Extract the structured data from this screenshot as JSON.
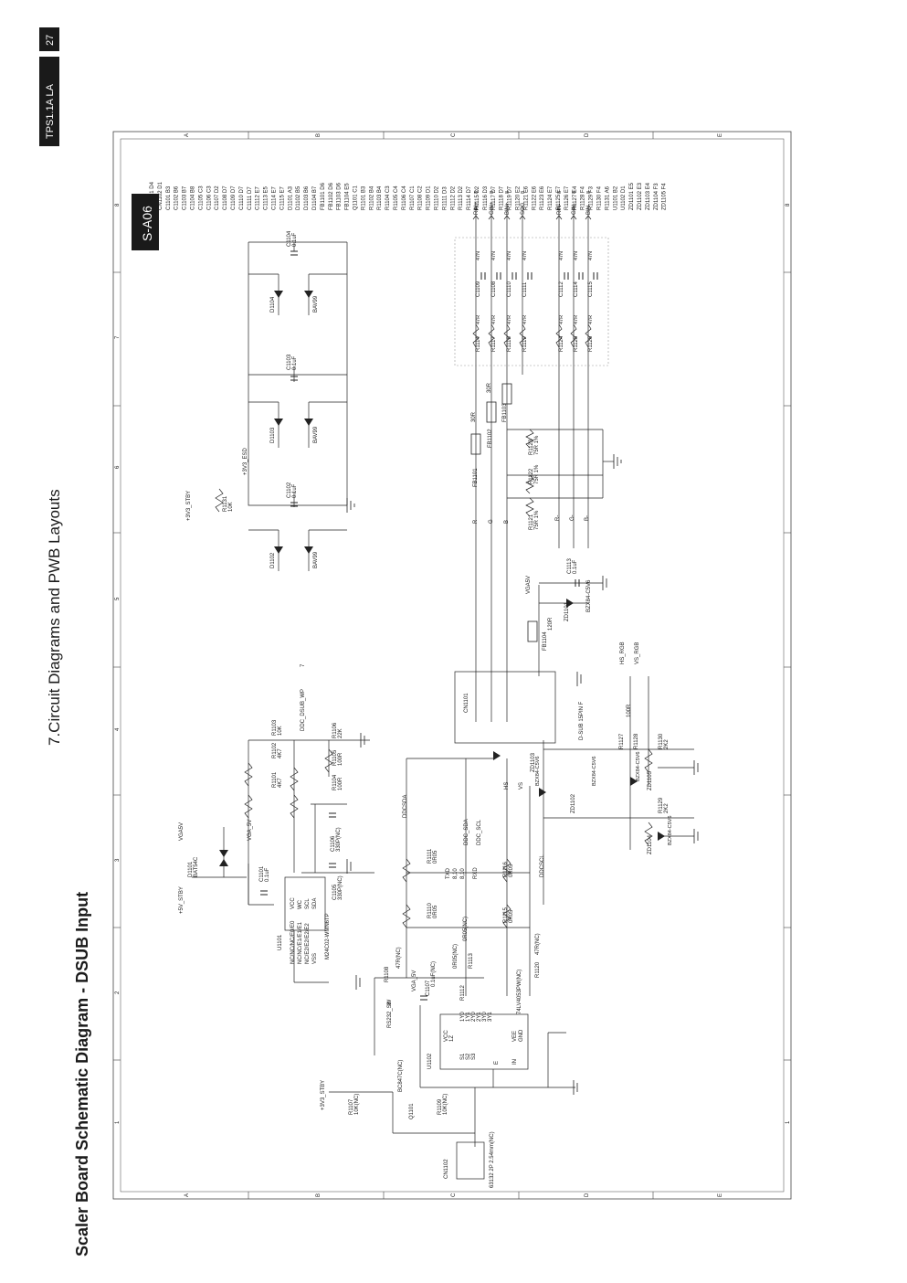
{
  "header": {
    "page_number": "27",
    "model": "TPS1.1A LA",
    "chapter": "7.Circuit Diagrams and PWB Layouts",
    "title": "Scaler Board Schematic Diagram - DSUB Input",
    "sheet_id": "S-A06"
  },
  "frame": {
    "row_letters": [
      "A",
      "B",
      "C",
      "D",
      "E"
    ],
    "col_numbers": [
      "1",
      "2",
      "3",
      "4",
      "5",
      "6",
      "7",
      "8"
    ]
  },
  "parts_index": [
    "CN1101 D4",
    "CN1102 D1",
    "C1101 B3",
    "C1102 B6",
    "C1103 B7",
    "C1104 B8",
    "C1105 C3",
    "C1106 C3",
    "C1107 D2",
    "C1108 D7",
    "C1109 D7",
    "C1110 D7",
    "C1111 D7",
    "C1112 E7",
    "C1113 E5",
    "C1114 E7",
    "C1115 E7",
    "D1101 A3",
    "D1102 B5",
    "D1103 B6",
    "D1104 B7",
    "FB1101 D6",
    "FB1102 D6",
    "FB1103 D6",
    "FB1104 E5",
    "Q1101 C1",
    "R1101 B3",
    "R1102 B4",
    "R1103 B4",
    "R1104 C3",
    "R1105 C4",
    "R1106 C4",
    "R1107 C1",
    "R1108 C2",
    "R1109 D1",
    "R1110 D2",
    "R1111 D3",
    "R1112 D2",
    "R1113 D2",
    "R1114 D7",
    "R1115 D2",
    "R1116 D3",
    "R1117 D7",
    "R1118 D7",
    "R1119 D7",
    "R1120 E2",
    "R1121 E6",
    "R1122 E6",
    "R1123 E6",
    "R1124 E7",
    "R1125 E7",
    "R1126 E7",
    "R1127 E4",
    "R1128 F4",
    "R1129 F3",
    "R1130 F4",
    "R1131 A6",
    "U1101 B2",
    "U1102 D1",
    "ZD1101 E5",
    "ZD1102 E3",
    "ZD1103 E4",
    "ZD1104 F3",
    "ZD1105 F4"
  ],
  "outputs": [
    {
      "label": "RIN+",
      "num": "8"
    },
    {
      "label": "GIN+",
      "num": "8"
    },
    {
      "label": "BIN+",
      "num": "8"
    },
    {
      "label": "SOG",
      "num": "8"
    },
    {
      "label": "RIN-",
      "num": "8"
    },
    {
      "label": "GIN-",
      "num": "8"
    },
    {
      "label": "BIN-",
      "num": "8"
    }
  ],
  "labels": {
    "d1104": "D1104",
    "bav99_a": "BAV99",
    "c1104": "C1104",
    "c1104v": "0.1uF",
    "d1103": "D1103",
    "bav99_b": "BAV99",
    "c1103": "C1103",
    "c1103v": "0.1uF",
    "d1102": "D1102",
    "bav99_c": "BAV99",
    "c1102": "C1102",
    "c1102v": "0.1uF",
    "r1131": "R1131",
    "r1131v": "10K",
    "stby33": "+3V3_STBY",
    "esd33": "+3V3_ESD",
    "net_r": "R",
    "net_g": "G",
    "net_b": "B",
    "fb1101": "FB1101",
    "fb1102": "FB1102",
    "fb1103": "FB1103",
    "ohm30a": "30R",
    "ohm30b": "30R",
    "r1121": "R1121",
    "r1121v": "75R 1%",
    "r1122": "R1122",
    "r1122v": "75R 1%",
    "r1123": "R1123",
    "r1123v": "75R 1%",
    "rneg": "R-",
    "gneg": "G-",
    "bneg": "B-",
    "r1114": "R1114",
    "r1117": "R1117",
    "r1118": "R1118",
    "r1119": "R1119",
    "r1124": "R1124",
    "r1125": "R1125",
    "r1126": "R1126",
    "r47": "47R",
    "c1109": "C1109",
    "c1108": "C1108",
    "c1110": "C1110",
    "c1111": "C1111",
    "c1112": "C1112",
    "c1114": "C1114",
    "c1115": "C1115",
    "c47n": "47N",
    "vga5v": "VGA5V",
    "c1113": "C1113",
    "c1113v": "0.1uF",
    "zd1101": "ZD1101",
    "bzx": "BZX84-C5V6",
    "fb1104": "FB1104",
    "fb1104v": "120R",
    "hs_rgb": "HS_RGB",
    "vs_rgb": "VS_RGB",
    "cn1101": "CN1101",
    "dsub": "D-SUB 15PIN F",
    "ddc_wp": "DDC_DSUB_WP",
    "ddc_wp_num": "7",
    "r1101": "R1101",
    "r1101v": "4K7",
    "r1102": "R1102",
    "r1102v": "4K7",
    "r1103": "R1103",
    "r1103v": "10K",
    "r1104": "R1104",
    "r1104v": "100R",
    "r1105": "R1105",
    "r1105v": "100R",
    "r1106": "R1106",
    "r1106v": "22K",
    "vga5v_b": "VGA5V",
    "vga_5v": "VGA_5V",
    "stby5": "+5V_STBY",
    "d1101": "D1101",
    "d1101v": "BAT54C",
    "c1101": "C1101",
    "c1101v": "0.1uF",
    "c1105": "C1105",
    "c1105v": "330P(NC)",
    "c1106": "C1106",
    "c1106v": "330P(NC)",
    "u1101": "U1101",
    "u1101v": "M24C02-WMN6TP",
    "pin_vcc": "VCC",
    "pin_wc": "WC",
    "pin_scl": "SCL",
    "pin_sda": "SDA",
    "pin_nc1": "NC/NC/NC/E0/E0",
    "pin_nc2": "NC/NC/E1/E1/E1",
    "pin_nc3": "NC/E2/E2/E2/E2",
    "pin_vss": "VSS",
    "ddcsda": "DDCSDA",
    "ddcscl": "DDCSCL",
    "ddc_sda": "DDC_SDA",
    "ddc_scl": "DDC_SCL",
    "hs": "HS",
    "vs": "VS",
    "zd1102": "ZD1102",
    "zd1103": "ZD1103",
    "zd1104": "ZD1104",
    "zd1105": "ZD1105",
    "r1127": "R1127",
    "r1128": "R1128",
    "r100": "100R",
    "r1129": "R1129",
    "r1129v": "2K2",
    "r1130": "R1130",
    "r1130v": "2K2",
    "r1111": "R1111",
    "r1111v": "0R05",
    "r1110": "R1110",
    "r1110v": "0R05",
    "r1116": "R1116",
    "r1116v": "0R05",
    "r1115": "R1115",
    "r1115v": "0R05",
    "txd": "TXD",
    "rxd": "RXD",
    "txd_num": "8,10",
    "rxd_num": "8,10",
    "r1108": "R1108",
    "r1108v": "47R(NC)",
    "r1113": "R1113",
    "r1113v": "0R05(NC)",
    "r1112": "R1112",
    "r1112v": "0R05(NC)",
    "r1120": "R1120",
    "r1120v": "47R(NC)",
    "c1107": "C1107",
    "c1107v": "0.1uF(NC)",
    "vga_5v_b": "VGA_5V",
    "u1102": "U1102",
    "u1102v": "74LV4053PW(NC)",
    "rs232": "RS232_SW",
    "rs232_num": "8",
    "q1101": "Q1101",
    "q1101v": "BC847C(NC)",
    "r1107": "R1107",
    "r1107v": "10K(NC)",
    "stby33_b": "+3V3_STBY",
    "r1109": "R1109",
    "r1109v": "10K(NC)",
    "cn1102": "CN1102",
    "cn1102v": "63132 2P 2.54mm(NC)",
    "u1102_vcc": "VCC",
    "u1102_vee": "VEE",
    "u1102_gnd": "GND",
    "u1102_e": "E",
    "u1102_s1": "S1",
    "u1102_s2": "S2",
    "u1102_s3": "S3",
    "u1102_1y": "1Y0",
    "u1102_2y": "2Y0",
    "u1102_3y": "3Y0",
    "u1102_1y1": "1Y1",
    "u1102_2y1": "2Y1",
    "u1102_3y1": "3Y1",
    "u1102_z": "1Z",
    "u1102_in": "IN"
  }
}
